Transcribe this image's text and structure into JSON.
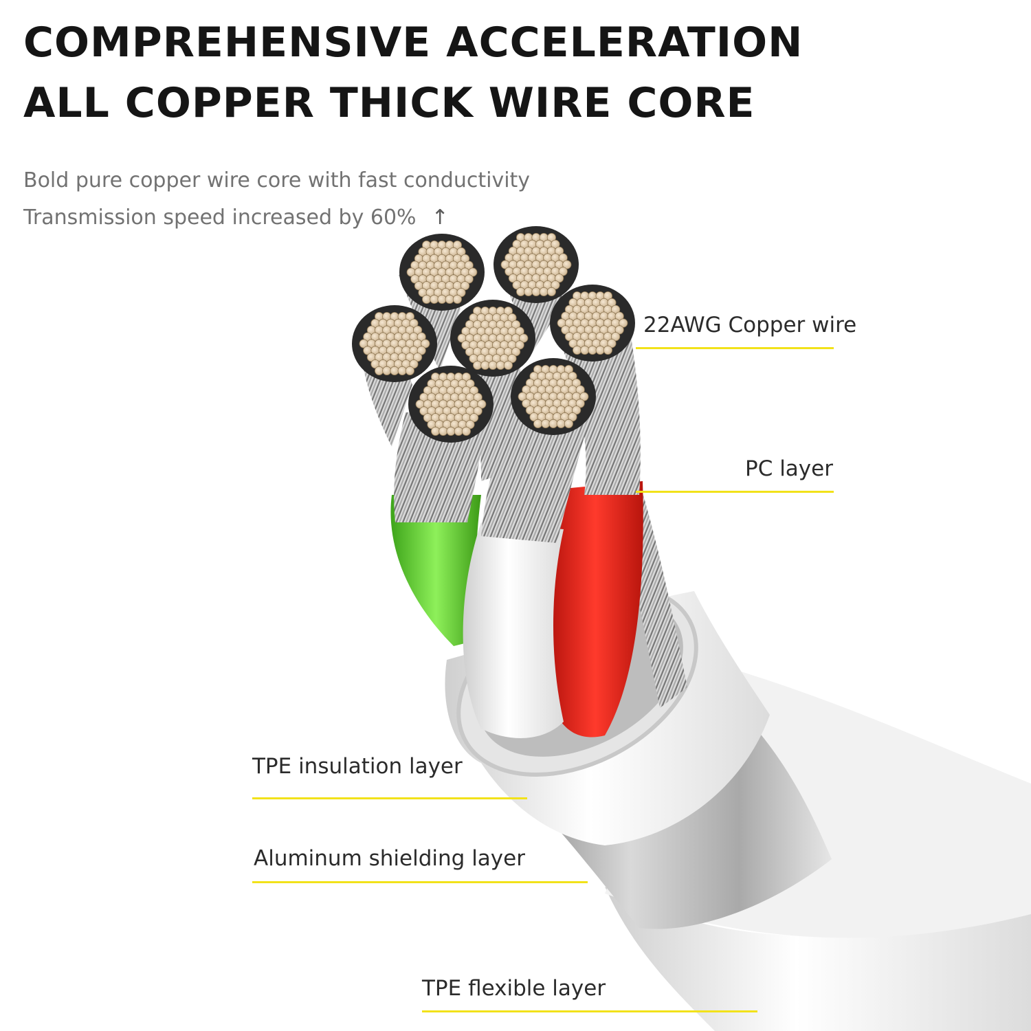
{
  "heading": {
    "line1": "COMPREHENSIVE ACCELERATION",
    "line2": "ALL COPPER THICK WIRE CORE"
  },
  "subheading": {
    "line1": "Bold pure copper wire core with fast conductivity",
    "line2": "Transmission speed increased by 60%",
    "arrow_icon": "↑"
  },
  "callouts": {
    "copper_wire": "22AWG Copper wire",
    "pc_layer": "PC layer",
    "tpe_insulation": "TPE insulation layer",
    "aluminum_shielding": "Aluminum shielding layer",
    "tpe_flexible": "TPE flexible layer"
  },
  "colors": {
    "leader_line": "#f2e21a",
    "copper_strand": "#e6d2b5",
    "wire_red": "#e8281e",
    "wire_green": "#6bd22c",
    "wire_white": "#f4f4f4",
    "shield_silver": "#b4b4b4"
  }
}
